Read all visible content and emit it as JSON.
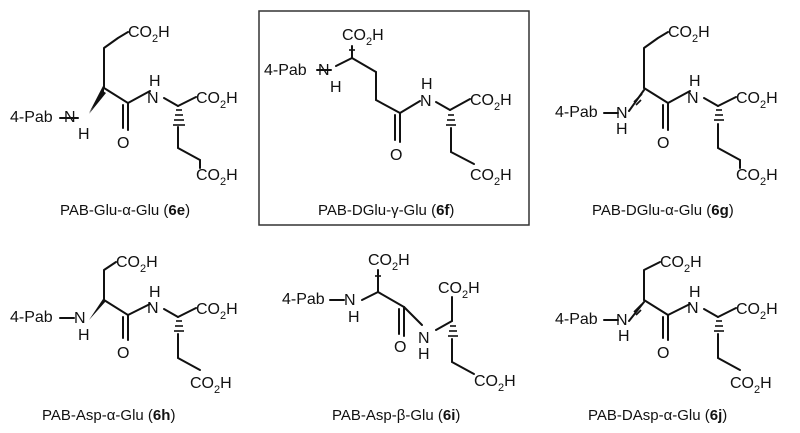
{
  "atoms": {
    "pab": "4-Pab",
    "co2h": "CO",
    "co2h_sub": "2",
    "co2h_tail": "H",
    "n": "N",
    "h": "H",
    "o": "O"
  },
  "compounds": [
    {
      "name": "PAB-Glu-α-Glu (",
      "id": "6e",
      "close": ")",
      "highlighted": false
    },
    {
      "name": "PAB-DGlu-γ-Glu (",
      "id": "6f",
      "close": ")",
      "highlighted": true
    },
    {
      "name": "PAB-DGlu-α-Glu (",
      "id": "6g",
      "close": ")",
      "highlighted": false
    },
    {
      "name": "PAB-Asp-α-Glu (",
      "id": "6h",
      "close": ")",
      "highlighted": false
    },
    {
      "name": "PAB-Asp-β-Glu (",
      "id": "6i",
      "close": ")",
      "highlighted": false
    },
    {
      "name": "PAB-DAsp-α-Glu (",
      "id": "6j",
      "close": ")",
      "highlighted": false
    }
  ]
}
